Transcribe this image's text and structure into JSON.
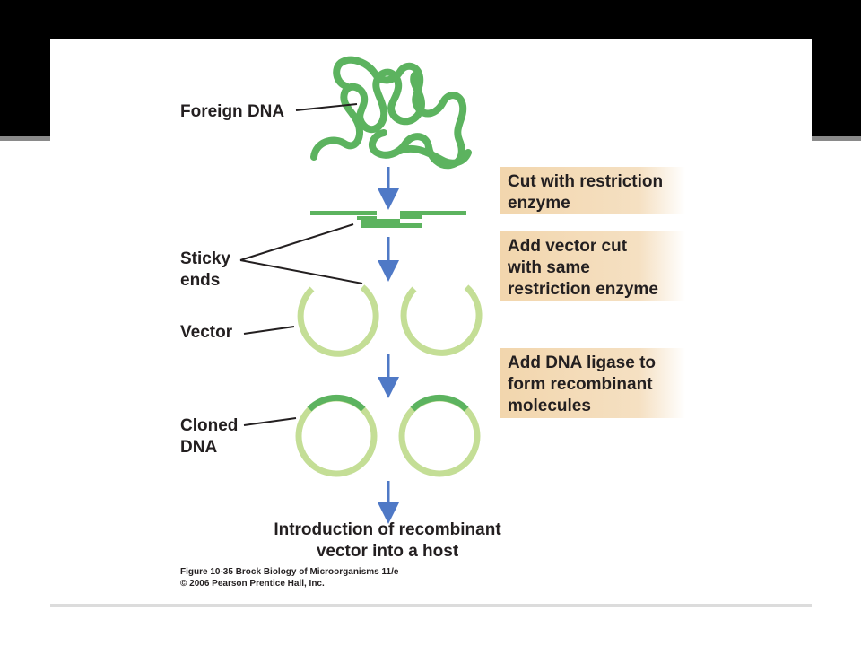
{
  "colors": {
    "dna_dark": "#5cb35f",
    "vector_light": "#c4de96",
    "arrow": "#4f79c6",
    "step_box": "#f2d6ad",
    "text": "#231f20",
    "slide_bar": "#000000"
  },
  "labels": {
    "foreign_dna": "Foreign DNA",
    "sticky_ends_1": "Sticky",
    "sticky_ends_2": "ends",
    "vector": "Vector",
    "cloned_dna_1": "Cloned",
    "cloned_dna_2": "DNA"
  },
  "steps": [
    {
      "lines": [
        "Cut with restriction",
        "enzyme"
      ]
    },
    {
      "lines": [
        "Add vector cut",
        "with same",
        "restriction enzyme"
      ]
    },
    {
      "lines": [
        "Add DNA ligase to",
        "form recombinant",
        "molecules"
      ]
    }
  ],
  "final_caption": {
    "line1": "Introduction of recombinant",
    "line2": "vector into a host"
  },
  "figure_credit": {
    "line1": "Figure 10-35  Brock Biology of Microorganisms 11/e",
    "line2": "© 2006 Pearson Prentice Hall, Inc."
  }
}
